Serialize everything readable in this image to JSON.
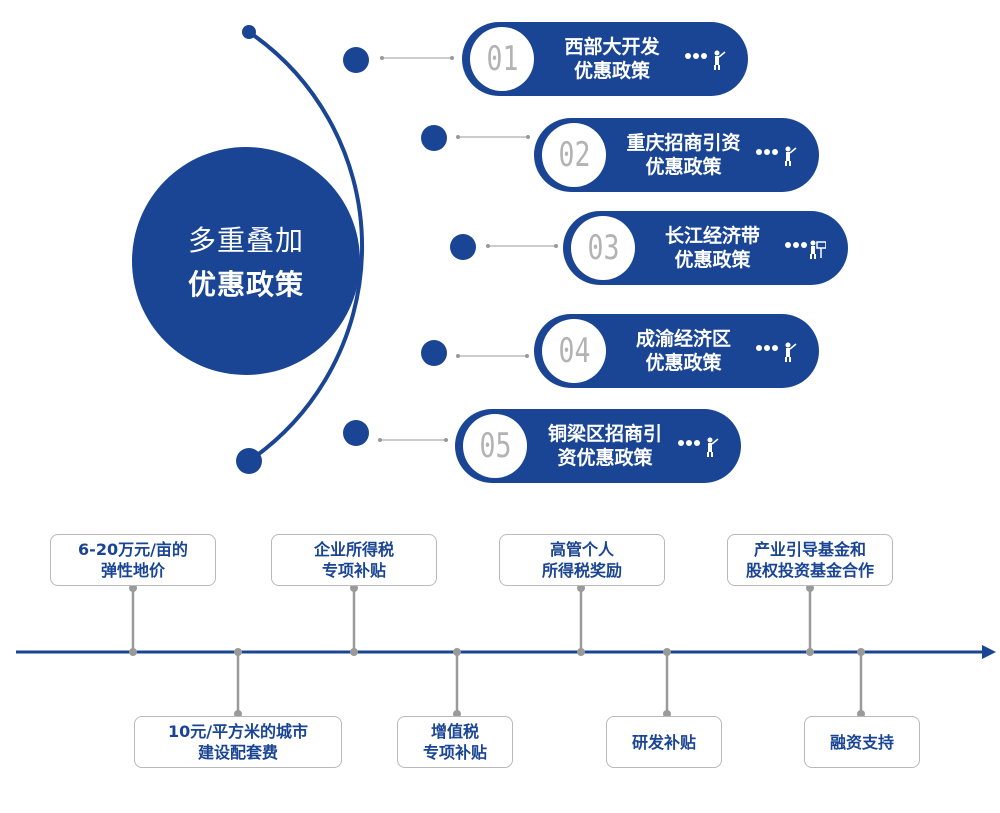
{
  "center": {
    "line1": "多重叠加",
    "line2": "优惠政策"
  },
  "policies": [
    {
      "num": "01",
      "label": "西部大开发\n优惠政策",
      "icon": "presenter-icon"
    },
    {
      "num": "02",
      "label": "重庆招商引资\n优惠政策",
      "icon": "presenter-icon"
    },
    {
      "num": "03",
      "label": "长江经济带\n优惠政策",
      "icon": "presenter-board-icon"
    },
    {
      "num": "04",
      "label": "成渝经济区\n优惠政策",
      "icon": "presenter-icon"
    },
    {
      "num": "05",
      "label": "铜梁区招商引\n资优惠政策",
      "icon": "presenter-icon"
    }
  ],
  "timeline_top": [
    {
      "label": "6-20万元/亩的\n弹性地价"
    },
    {
      "label": "企业所得税\n专项补贴"
    },
    {
      "label": "高管个人\n所得税奖励"
    },
    {
      "label": "产业引导基金和\n股权投资基金合作"
    }
  ],
  "timeline_bottom": [
    {
      "label": "10元/平方米的城市\n建设配套费"
    },
    {
      "label": "增值税\n专项补贴"
    },
    {
      "label": "研发补贴"
    },
    {
      "label": "融资支持"
    }
  ],
  "colors": {
    "primary": "#1a4594",
    "connector": "#999999",
    "box_border": "#b9b9b9",
    "number": "#b3b3b3"
  }
}
